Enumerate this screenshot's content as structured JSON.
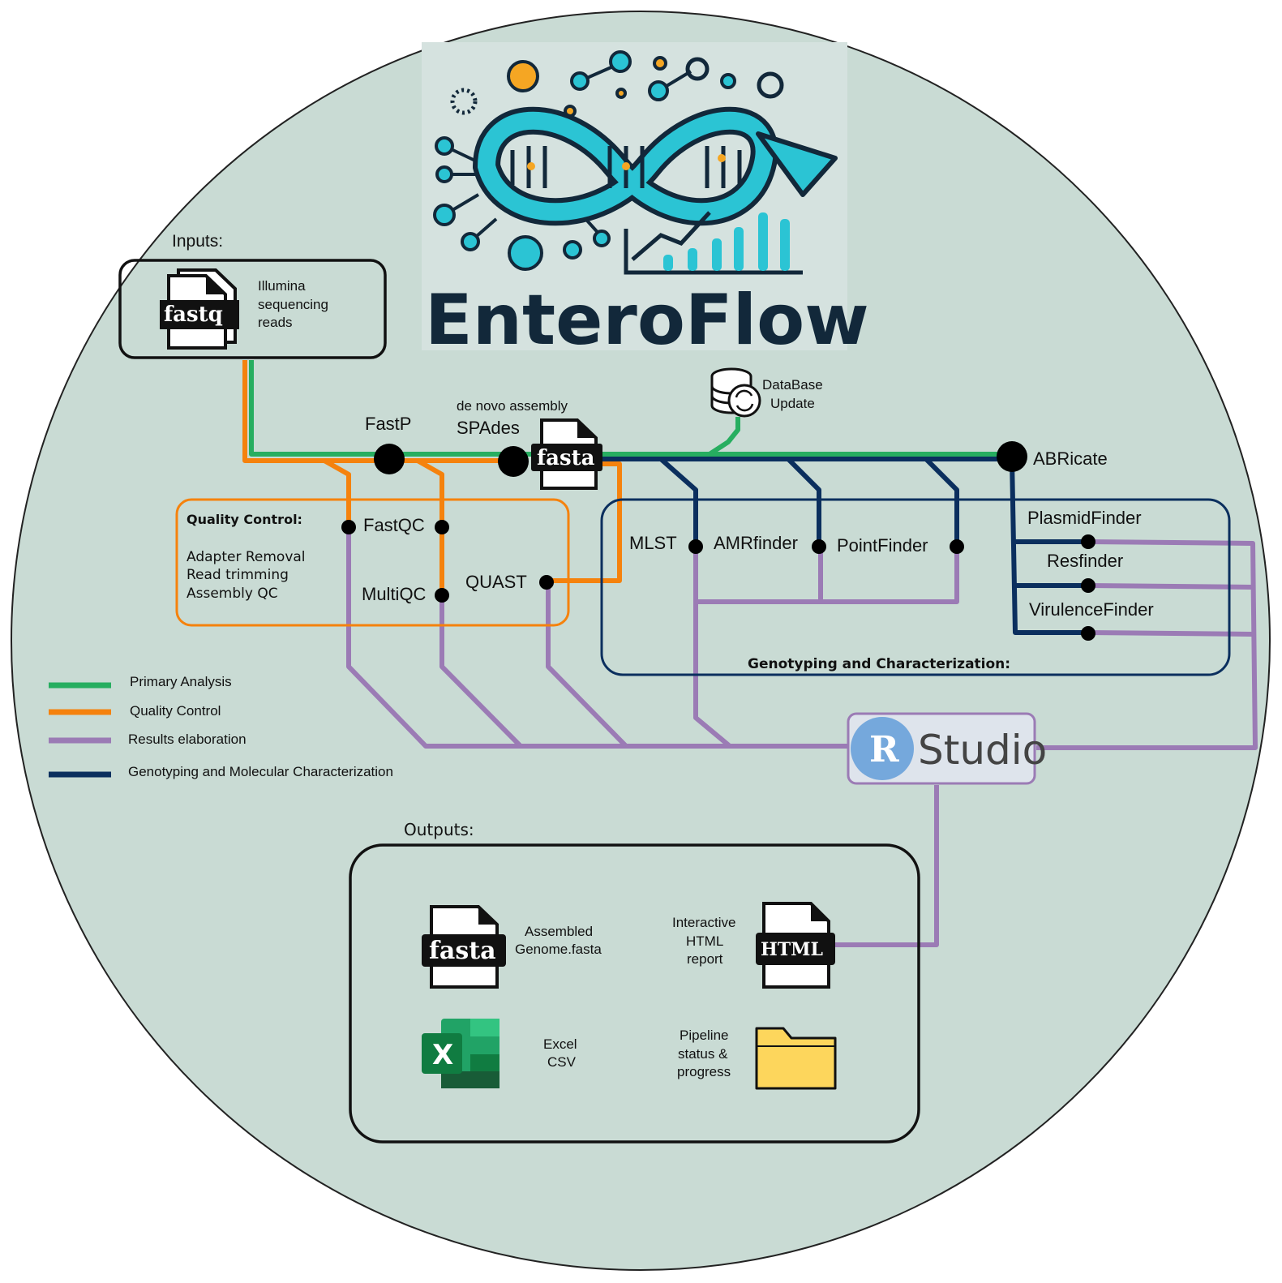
{
  "logo": {
    "title": "EnteroFlow"
  },
  "inputs": {
    "heading": "Inputs:",
    "file_label": "fastq",
    "desc": [
      "Illumina",
      "sequencing",
      "reads"
    ]
  },
  "nodes": {
    "fastp": "FastP",
    "assembly_caption": "de novo assembly",
    "spades": "SPAdes",
    "fasta_file": "fasta",
    "database_update": [
      "DataBase",
      "Update"
    ],
    "abricate": "ABRicate",
    "fastqc": "FastQC",
    "multiqc": "MultiQC",
    "quast": "QUAST",
    "mlst": "MLST",
    "amrfinder": "AMRfinder",
    "pointfinder": "PointFinder",
    "plasmidfinder": "PlasmidFinder",
    "resfinder": "Resfinder",
    "virulencefinder": "VirulenceFinder"
  },
  "qc_box": {
    "title": "Quality Control:",
    "items": [
      "Adapter Removal",
      "Read trimming",
      "Assembly QC"
    ]
  },
  "genotyping_box": {
    "title": "Genotyping and Characterization:"
  },
  "rstudio": {
    "letter": "R",
    "label": "Studio"
  },
  "legend": [
    {
      "label": "Primary Analysis",
      "color": "#27ae60"
    },
    {
      "label": "Quality Control",
      "color": "#f5820d"
    },
    {
      "label": "Results elaboration",
      "color": "#9b7bb5"
    },
    {
      "label": "Genotyping and Molecular Characterization",
      "color": "#0b2f5e"
    }
  ],
  "outputs": {
    "heading": "Outputs:",
    "fasta_file": "fasta",
    "fasta_desc": [
      "Assembled",
      "Genome.fasta"
    ],
    "html_file": "HTML",
    "html_desc": [
      "Interactive",
      "HTML",
      "report"
    ],
    "excel_icon": "X",
    "excel_desc": [
      "Excel",
      "CSV"
    ],
    "status_desc": [
      "Pipeline",
      "status &",
      "progress"
    ]
  },
  "colors": {
    "background": "#c9dbd4",
    "primary": "#27ae60",
    "qc": "#f5820d",
    "results": "#9b7bb5",
    "genotyping": "#0b2f5e",
    "accent": "#2bc4d4"
  }
}
